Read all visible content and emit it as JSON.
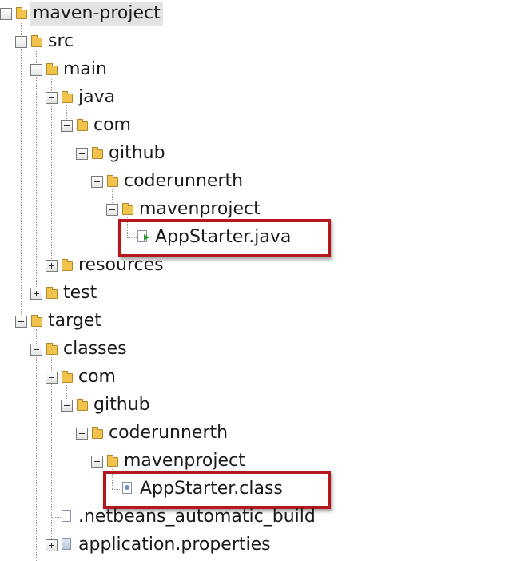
{
  "tree": {
    "root": "maven-project",
    "src": "src",
    "main": "main",
    "java": "java",
    "com1": "com",
    "github1": "github",
    "coderunnerth1": "coderunnerth",
    "mavenproject1": "mavenproject",
    "appstarter_java": "AppStarter.java",
    "resources": "resources",
    "test": "test",
    "target": "target",
    "classes": "classes",
    "com2": "com",
    "github2": "github",
    "coderunnerth2": "coderunnerth",
    "mavenproject2": "mavenproject",
    "appstarter_class": "AppStarter.class",
    "netbeans_build": ".netbeans_automatic_build",
    "application_properties": "application.properties"
  },
  "highlight_color": "#b5171d",
  "icons": {
    "folder": "folder-icon",
    "expand": "expand-icon",
    "collapse": "collapse-icon",
    "java_file": "java-file-icon",
    "class_file": "class-file-icon",
    "text_file": "text-file-icon",
    "properties_file": "properties-file-icon"
  }
}
